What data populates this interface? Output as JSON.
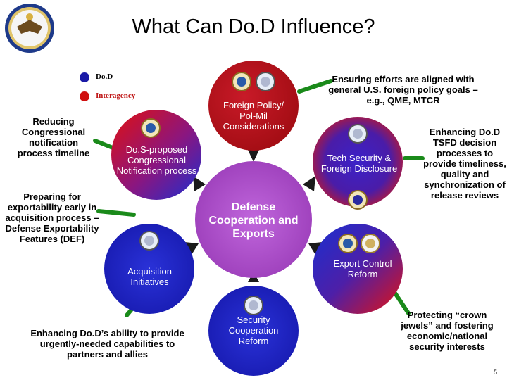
{
  "title": "What Can Do.D Influence?",
  "legend": [
    {
      "label": "Do.D",
      "color": "#1a1aa6"
    },
    {
      "label": "Interagency",
      "color": "#d01010"
    }
  ],
  "center": {
    "label": "Defense Cooperation and Exports",
    "color": "#b04fc8"
  },
  "circles": {
    "foreign_policy": "Foreign Policy/ Pol-Mil Considerations",
    "dod_proposed": "Do.S-proposed Congressional Notification process",
    "tech_security": "Tech Security & Foreign Disclosure",
    "acquisition": "Acquisition Initiatives",
    "export_control": "Export Control Reform",
    "security_cooperation": "Security Cooperation Reform"
  },
  "side_notes": {
    "reducing": "Reducing Congressional notification process timeline",
    "preparing": "Preparing for exportability early in acquisition process – Defense Exportability Features (DEF)",
    "enhancing_ability": "Enhancing Do.D’s ability to provide urgently-needed capabilities to partners and allies",
    "ensuring": "Ensuring efforts are aligned with general U.S. foreign policy goals – e.g., QME, MTCR",
    "enhancing_tsfd": "Enhancing Do.D TSFD decision processes to provide timeliness, quality and synchronization of release reviews",
    "protecting": "Protecting “crown jewels” and fostering economic/national security interests"
  },
  "page_number": "5"
}
